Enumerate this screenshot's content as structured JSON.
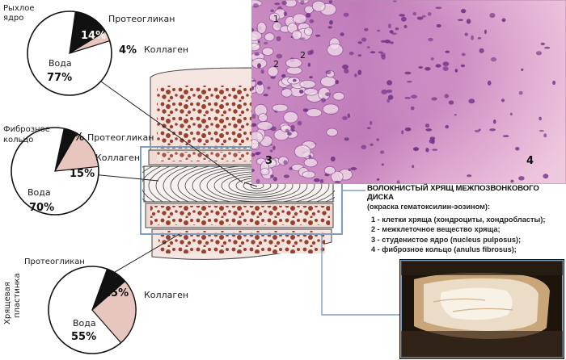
{
  "pie_charts": [
    {
      "id": "nucleus",
      "title_lines": [
        "Рыхлое",
        "ядро"
      ],
      "slices": [
        {
          "label": "Протеогликан",
          "percent": 14,
          "percent_text": "14%",
          "color": "#111111"
        },
        {
          "label": "Коллаген",
          "percent": 4,
          "percent_text": "4%",
          "color": "#e8c6c0"
        },
        {
          "label": "Вода",
          "percent": 77,
          "percent_text": "77%",
          "color": "#ffffff"
        }
      ]
    },
    {
      "id": "annulus",
      "title_lines": [
        "Фиброзное",
        "кольцо"
      ],
      "slices": [
        {
          "label": "Протеогликан",
          "percent": 5,
          "percent_text": "5%",
          "color": "#111111"
        },
        {
          "label": "Коллаген",
          "percent": 15,
          "percent_text": "15%",
          "color": "#e8c6c0"
        },
        {
          "label": "Вода",
          "percent": 70,
          "percent_text": "70%",
          "color": "#ffffff"
        }
      ]
    },
    {
      "id": "endplate",
      "title_lines": [
        "Хрящевая",
        "пластинка"
      ],
      "slices": [
        {
          "label": "Протеогликан",
          "percent": 8,
          "percent_text": "8%",
          "color": "#111111"
        },
        {
          "label": "Коллаген",
          "percent": 25,
          "percent_text": "25%",
          "color": "#e8c6c0"
        },
        {
          "label": "Вода",
          "percent": 55,
          "percent_text": "55%",
          "color": "#ffffff"
        }
      ]
    }
  ],
  "micrograph": {
    "labels": [
      "1",
      "2",
      "2",
      "3",
      "4"
    ]
  },
  "caption": {
    "title": "ВОЛОКНИСТЫЙ ХРЯЩ МЕЖПОЗВОНКОВОГО ДИСКА",
    "subtitle": "(окраска гематоксилин-эозином):",
    "items": [
      "1 - клетки хряща (хондроциты, хондробласты);",
      "2 - межклеточное вещество хряща;",
      "3 - студенистое ядро (nucleus pulposus);",
      "4 - фиброзное кольцо (anulus fibrosus);"
    ]
  },
  "colors": {
    "bone_brown": "#9b3f2e",
    "bone_fill": "#f3e1dc",
    "collagen_pink": "#e8c6c0",
    "frame_blue": "#7f9ec4",
    "stain_pink": "#d69ac8",
    "stain_purple": "#7a3d8c"
  }
}
